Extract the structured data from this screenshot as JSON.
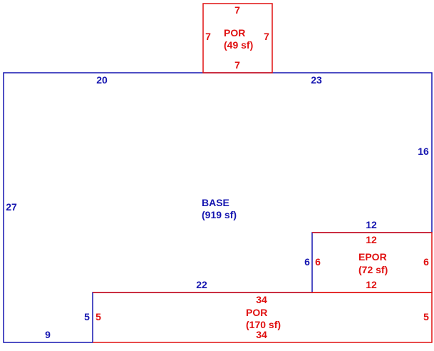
{
  "colors": {
    "base_line": "#1515b0",
    "addition_line": "#e01010"
  },
  "areas": {
    "base": {
      "name": "BASE",
      "area": "(919 sf)",
      "dims": {
        "top_left": "20",
        "top_right": "23",
        "right_upper": "16",
        "left": "27",
        "epor_top": "12",
        "epor_side": "6",
        "por_top": "22",
        "por_side": "5",
        "bottom": "9"
      }
    },
    "por_top": {
      "name": "POR",
      "area": "(49 sf)",
      "dims": {
        "top": "7",
        "left": "7",
        "right": "7",
        "bottom": "7"
      }
    },
    "epor": {
      "name": "EPOR",
      "area": "(72 sf)",
      "dims": {
        "top": "12",
        "left": "6",
        "right": "6",
        "bottom": "12"
      }
    },
    "por_bottom": {
      "name": "POR",
      "area": "(170 sf)",
      "dims": {
        "top": "34",
        "left": "5",
        "right": "5",
        "bottom": "34"
      }
    }
  }
}
